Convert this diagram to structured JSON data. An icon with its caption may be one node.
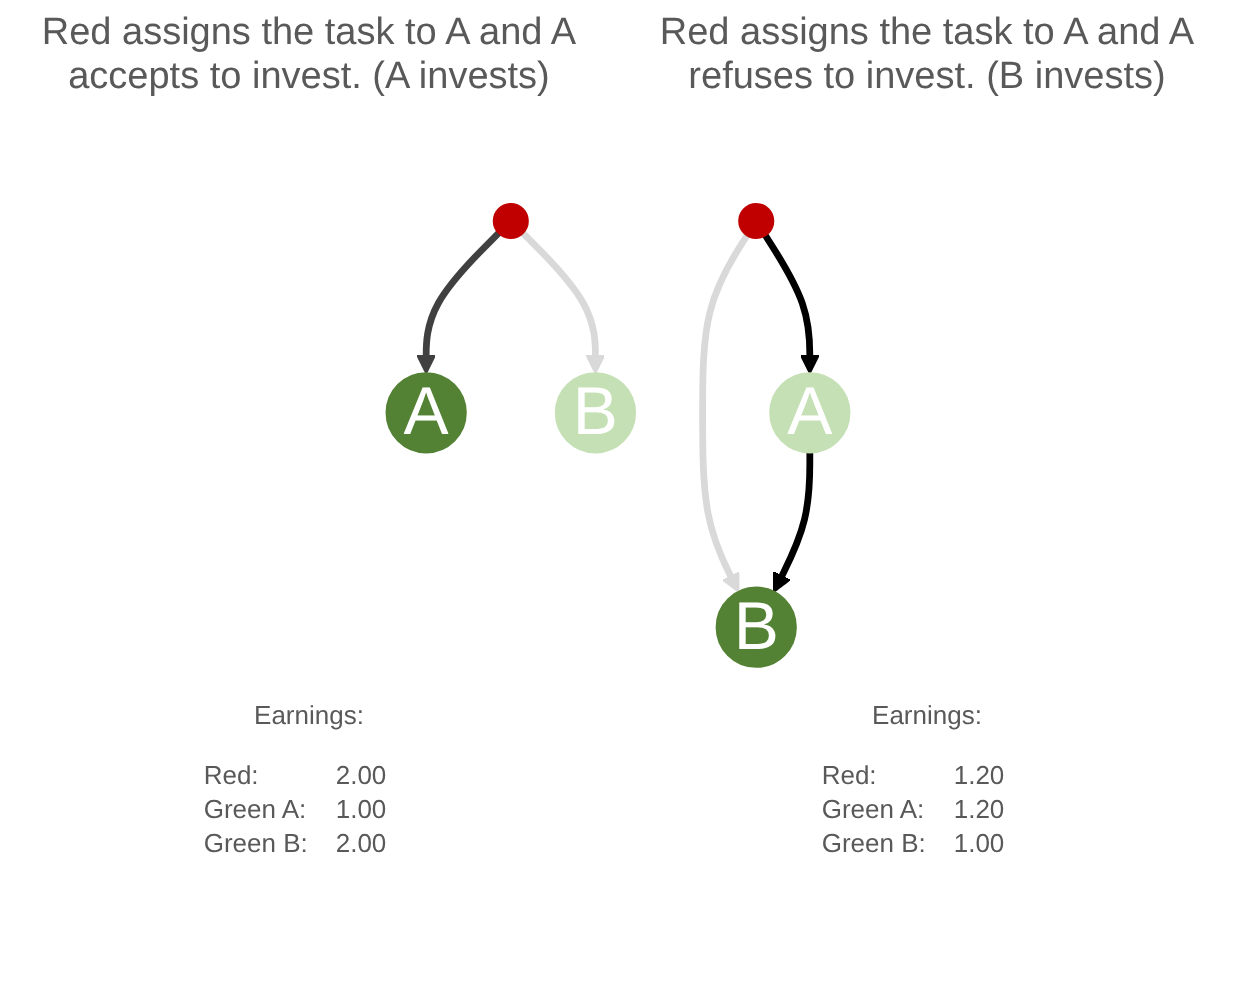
{
  "diagram": {
    "nodes": [
      {
        "text": [],
        "shape": "circle"
      },
      {
        "text": [
          "A"
        ]
      },
      {
        "text": [
          "B"
        ]
      },
      {
        "text": [],
        "shape": "circle"
      },
      {
        "text": [
          "A"
        ]
      },
      {
        "text": [
          "B"
        ]
      }
    ],
    "edges": [
      {
        "from": 0,
        "to": 1,
        "arrow": "to",
        "color": "#404040"
      },
      {
        "from": 0,
        "to": 2,
        "arrow": "to",
        "color": "#d9d9d9"
      },
      {
        "from": 3,
        "to": 4,
        "arrow": "to",
        "color": "#000000"
      },
      {
        "from": 3,
        "to": 5,
        "arrow": "to",
        "color": "#d9d9d9"
      },
      {
        "from": 4,
        "to": 5,
        "arrow": "to",
        "color": "#000000"
      }
    ],
    "labels": [
      "Red assigns the task to A and A accepts to invest. (A invests)",
      "Red assigns the task to A and A refuses to invest. (B invests)",
      "Earnings:",
      "Red:",
      "2.00",
      "Green A:",
      "1.00",
      "Green B:",
      "2.00",
      "Earnings:",
      "Red:",
      "1.20",
      "Green A:",
      "1.20",
      "Green B:",
      "1.00"
    ]
  }
}
